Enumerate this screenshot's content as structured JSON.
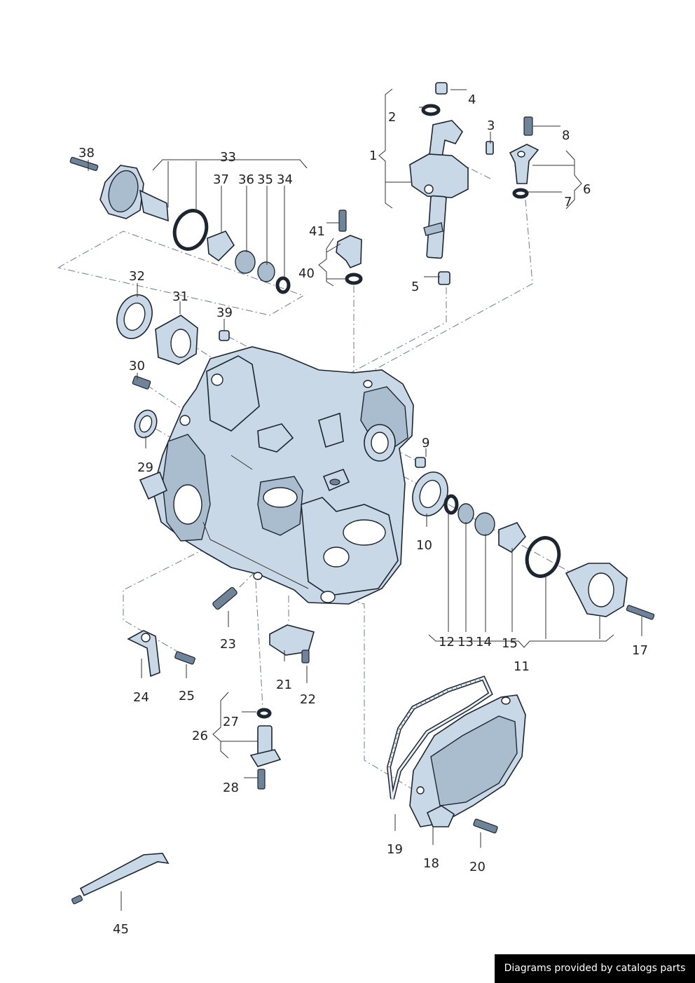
{
  "callouts": {
    "c1": "1",
    "c2": "2",
    "c3": "3",
    "c4": "4",
    "c5": "5",
    "c6": "6",
    "c7": "7",
    "c8": "8",
    "c9": "9",
    "c10": "10",
    "c11": "11",
    "c12": "12",
    "c13": "13",
    "c14": "14",
    "c15": "15",
    "c17": "17",
    "c18": "18",
    "c19": "19",
    "c20": "20",
    "c21": "21",
    "c22": "22",
    "c23": "23",
    "c24": "24",
    "c25": "25",
    "c26": "26",
    "c27": "27",
    "c28": "28",
    "c29": "29",
    "c30": "30",
    "c31": "31",
    "c32": "32",
    "c33": "33",
    "c34": "34",
    "c35": "35",
    "c36": "36",
    "c37": "37",
    "c38": "38",
    "c39": "39",
    "c40": "40",
    "c41": "41",
    "c45": "45"
  },
  "credit": "Diagrams provided by catalogs parts",
  "colors": {
    "part_fill": "#c9d8e6",
    "outline": "#1d2530",
    "dash_line": "#6c7a88",
    "credit_bg": "#000000"
  }
}
